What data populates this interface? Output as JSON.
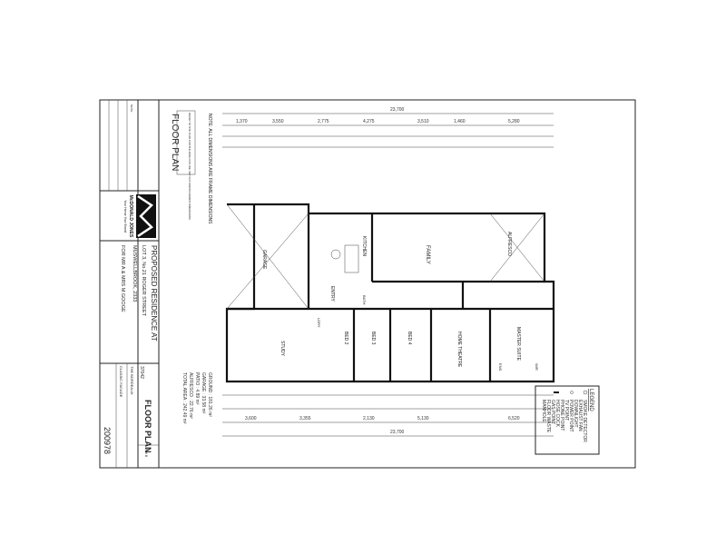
{
  "title_block": {
    "drawing_title": "FLOOR PLAN",
    "note_heading": "NOTE",
    "note_text": "REFER TO SITE PLAN FOR BUILDING OUTLINE, SET OUT AND BOUNDARY DIMENSIONS",
    "note_frame": "NOTE: ALL DIMENSIONS ARE FRAME DIMENSIONS",
    "company": "McDONALD JONES",
    "company_tagline": "Your Home Your Brand",
    "project_title": "PROPOSED RESIDENCE AT",
    "address_line1": "LOT 3, No.21 ROGER STREET",
    "address_line2": "MUSWELLBROOK, 2333",
    "client": "FOR   MR A & MRS M GOOGE",
    "job_no": "37042",
    "design": "THE BORDEAUX",
    "facade": "CLASSIC FACADE",
    "sheet": "4 of 8",
    "drawing_no": "200978"
  },
  "areas": [
    "GROUND : 181.26 m²",
    "GARAGE : 33.58 m²",
    "PATIO : 4.89 m²",
    "ALFRESCO : 22.76 m²",
    "TOTAL AREA : 242.49 m²"
  ],
  "rooms": [
    "GARAGE",
    "ENTRY",
    "STUDY",
    "KITCHEN",
    "FAMILY",
    "ALFRESCO",
    "MASTER SUITE",
    "HOME THEATRE",
    "BED 2",
    "BED 3",
    "BED 4",
    "LDRY",
    "BATH",
    "ENS",
    "WIR"
  ],
  "dimensions": {
    "overall": "23,700",
    "top_row": [
      "1,370",
      "3,550",
      "2,775",
      "4,275",
      "3,510",
      "1,460",
      "5,280"
    ],
    "bottom_row": [
      "3,600",
      "3,355",
      "2,130",
      "5,130",
      "6,520"
    ]
  },
  "legend": {
    "heading": "LEGEND",
    "items": [
      "SMOKE DETECTOR",
      "EXHAUST FAN",
      "DOWNLIGHT",
      "POWER POINT",
      "TV POINT",
      "PHONE POINT",
      "HOSE COCK",
      "GAS POINT",
      "FLOOR WASTE",
      "MANHOLE"
    ]
  }
}
